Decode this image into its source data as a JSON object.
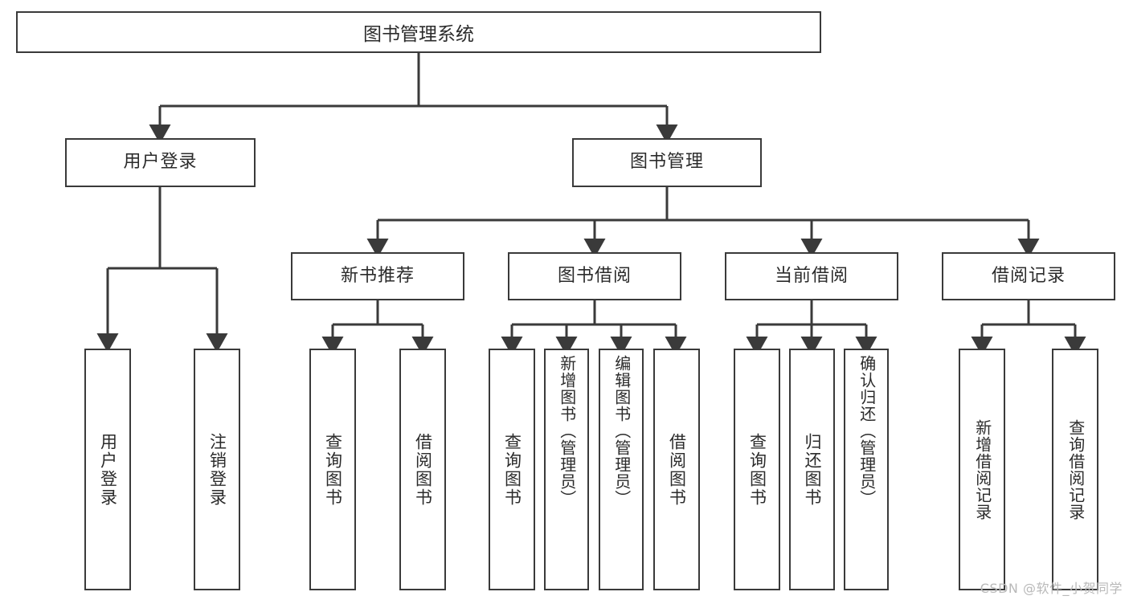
{
  "diagram": {
    "title": "图书管理系统",
    "type": "tree-hierarchy-diagram",
    "root": {
      "label": "图书管理系统"
    },
    "level2": [
      {
        "label": "用户登录"
      },
      {
        "label": "图书管理"
      }
    ],
    "level3": [
      {
        "label": "新书推荐"
      },
      {
        "label": "图书借阅"
      },
      {
        "label": "当前借阅"
      },
      {
        "label": "借阅记录"
      }
    ],
    "leaves": {
      "user_login": [
        {
          "label": "用户登录"
        },
        {
          "label": "注销登录"
        }
      ],
      "new_book_recommend": [
        {
          "label": "查询图书"
        },
        {
          "label": "借阅图书"
        }
      ],
      "book_borrow": [
        {
          "label": "查询图书"
        },
        {
          "label": "新增图书（管理员）"
        },
        {
          "label": "编辑图书（管理员）"
        },
        {
          "label": "借阅图书"
        }
      ],
      "current_borrow": [
        {
          "label": "查询图书"
        },
        {
          "label": "归还图书"
        },
        {
          "label": "确认归还（管理员）"
        }
      ],
      "borrow_record": [
        {
          "label": "新增借阅记录"
        },
        {
          "label": "查询借阅记录"
        }
      ]
    }
  },
  "watermark": {
    "text": "CSDN @软件_小贺同学"
  },
  "colors": {
    "stroke": "#3a3a3a",
    "text": "#2b2b2b",
    "background": "#ffffff",
    "watermark": "#b9b9b9"
  }
}
